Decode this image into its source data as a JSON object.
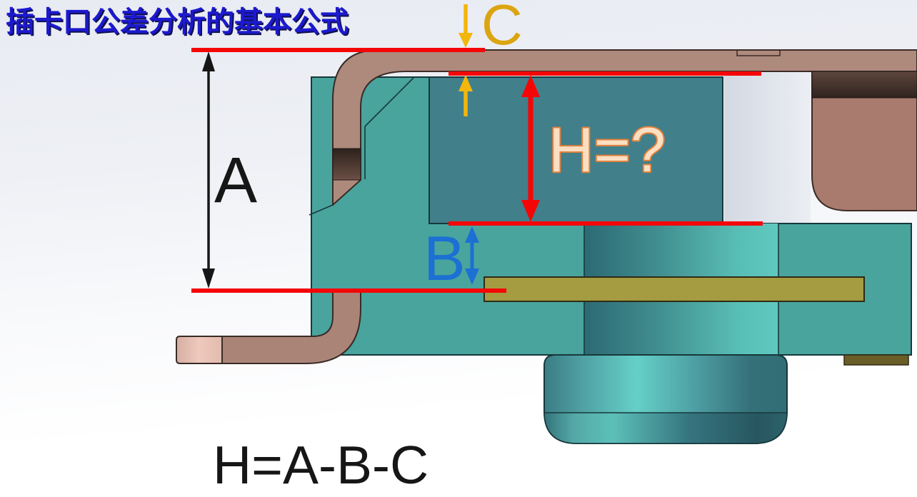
{
  "slide": {
    "title": "插卡口公差分析的基本公式",
    "formula": "H=A-B-C"
  },
  "dimensions": {
    "a": "A",
    "b": "B",
    "c": "C",
    "h": "H=?"
  },
  "colors": {
    "title_blue": "#1c19cf",
    "datum_red": "#f50606",
    "dim_gold": "#f2b60c",
    "c_label_gold": "#dba511",
    "dim_blue": "#1c6fd3",
    "dim_black": "#161616",
    "formula_black": "#161616",
    "h_label_fill": "#fcdfc2",
    "h_label_outline": "#e0813c",
    "housing_teal": "#49a49d",
    "slot_teal": "#417f8b",
    "contact_copper": "#ae8a7d",
    "pcb_olive": "#a59b41"
  }
}
